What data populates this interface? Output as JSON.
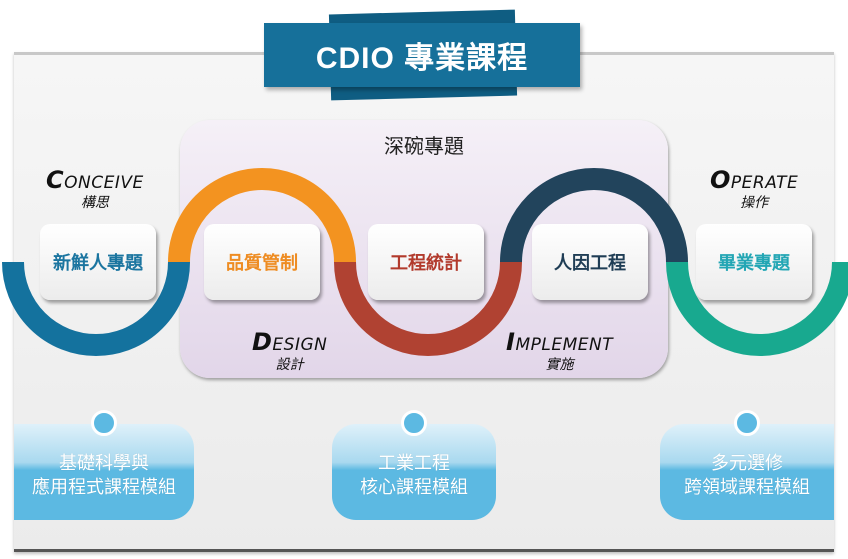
{
  "title": "CDIO 專業課程",
  "deep_box": {
    "title": "深碗專題"
  },
  "phases": [
    {
      "cap": "C",
      "rest": "ONCEIVE",
      "zh": "構思"
    },
    {
      "cap": "D",
      "rest": "ESIGN",
      "zh": "設計"
    },
    {
      "cap": "I",
      "rest": "MPLEMENT",
      "zh": "實施"
    },
    {
      "cap": "O",
      "rest": "PERATE",
      "zh": "操作"
    }
  ],
  "courses": [
    {
      "label": "新鮮人專題",
      "color": "#1b75a0"
    },
    {
      "label": "品質管制",
      "color": "#ee8c22"
    },
    {
      "label": "工程統計",
      "color": "#b23a2c"
    },
    {
      "label": "人因工程",
      "color": "#1f3d55"
    },
    {
      "label": "畢業專題",
      "color": "#23a6b4"
    }
  ],
  "wave_colors": {
    "blue": "#14729e",
    "orange": "#f39320",
    "red": "#b04232",
    "navy": "#22445c",
    "teal": "#18a98f"
  },
  "modules": [
    {
      "line1": "基礎科學與",
      "line2": "應用程式課程模組"
    },
    {
      "line1": "工業工程",
      "line2": "核心課程模組"
    },
    {
      "line1": "多元選修",
      "line2": "跨領域課程模組"
    }
  ]
}
